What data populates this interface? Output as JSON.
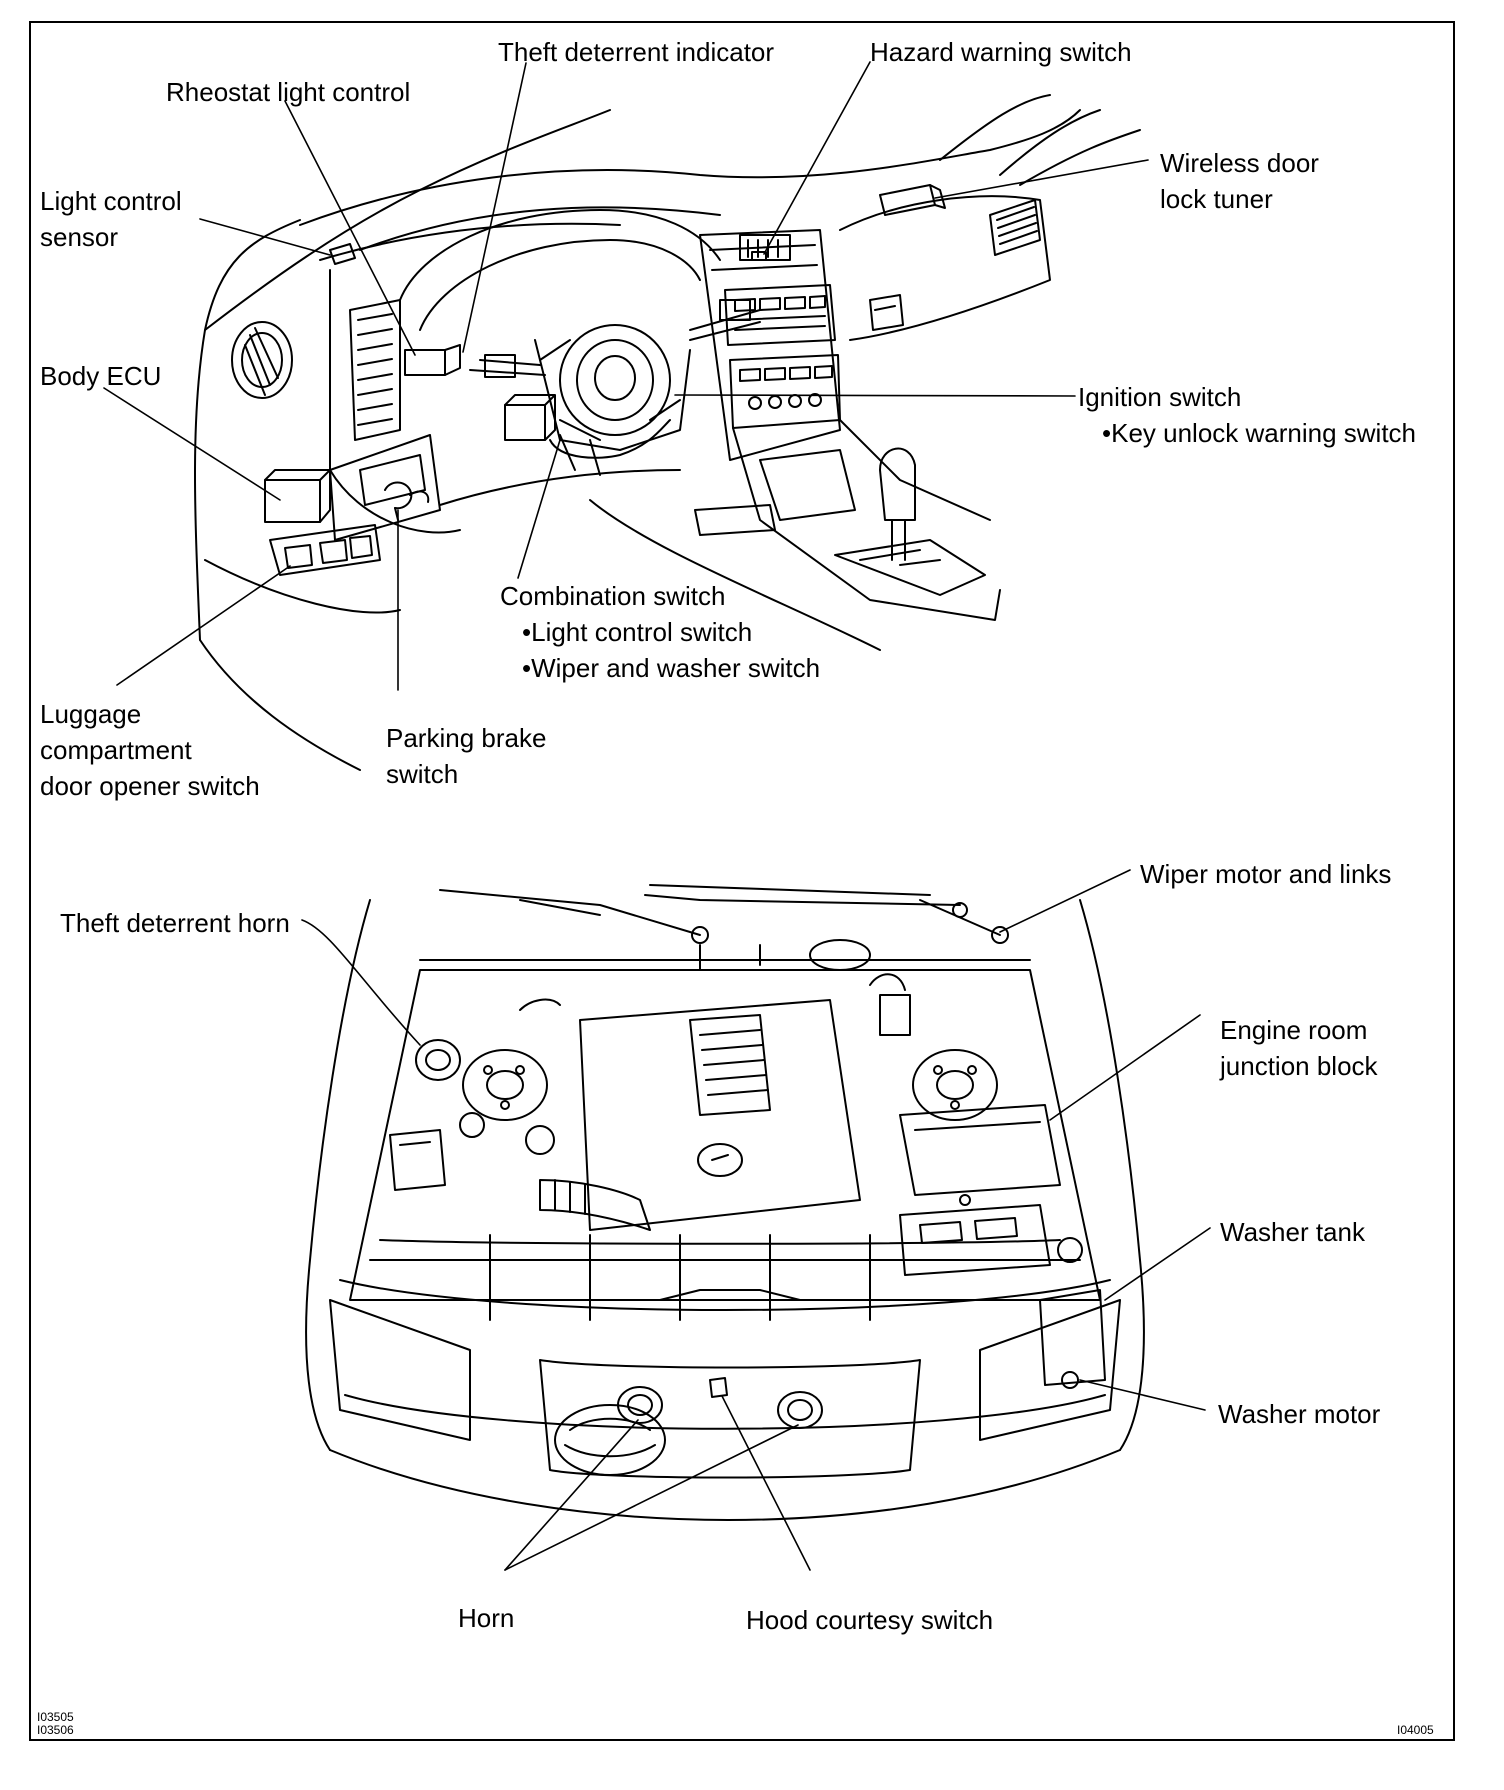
{
  "labels": {
    "theft_deterrent_indicator": "Theft deterrent indicator",
    "hazard_warning_switch": "Hazard warning switch",
    "rheostat_light_control": "Rheostat light control",
    "wireless_door_lock_tuner_1": "Wireless door",
    "wireless_door_lock_tuner_2": "lock tuner",
    "light_control_sensor_1": "Light control",
    "light_control_sensor_2": "sensor",
    "body_ecu": "Body ECU",
    "ignition_switch": "Ignition switch",
    "key_unlock_warning_switch": "•Key unlock warning switch",
    "combination_switch": "Combination switch",
    "light_control_switch": "•Light control switch",
    "wiper_washer_switch": "•Wiper and washer switch",
    "luggage_1": "Luggage",
    "luggage_2": "compartment",
    "luggage_3": "door opener switch",
    "parking_brake_1": "Parking brake",
    "parking_brake_2": "switch",
    "wiper_motor_links": "Wiper motor and links",
    "theft_deterrent_horn": "Theft deterrent horn",
    "engine_room_jb_1": "Engine room",
    "engine_room_jb_2": "junction block",
    "washer_tank": "Washer tank",
    "washer_motor": "Washer motor",
    "horn": "Horn",
    "hood_courtesy_switch": "Hood courtesy switch"
  },
  "codes": {
    "left_1": "I03505",
    "left_2": "I03506",
    "right": "I04005"
  }
}
